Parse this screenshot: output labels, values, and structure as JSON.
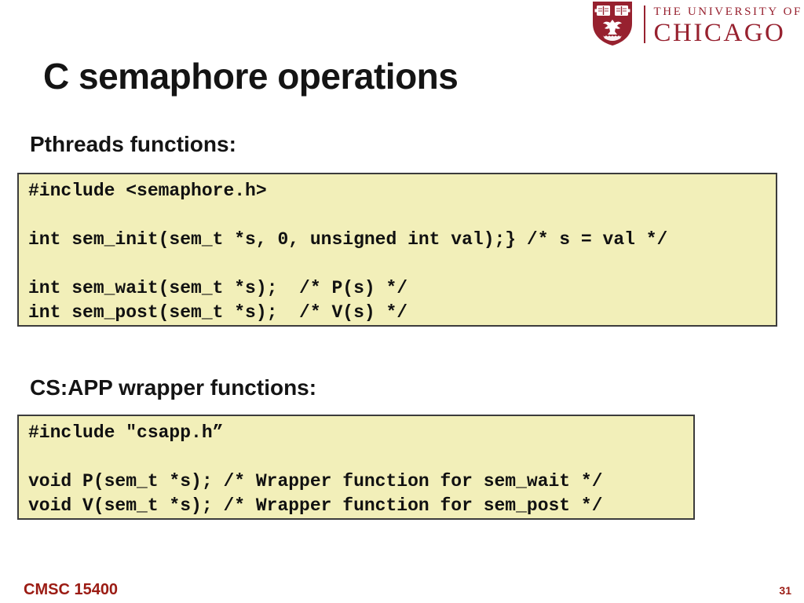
{
  "logo": {
    "line1": "THE UNIVERSITY OF",
    "line2": "CHICAGO",
    "crest_icon": "uchicago-shield-crest",
    "maroon": "#97212f"
  },
  "slide": {
    "title": "C semaphore operations"
  },
  "sections": [
    {
      "heading": "Pthreads functions:",
      "code": "#include <semaphore.h>\n\nint sem_init(sem_t *s, 0, unsigned int val);} /* s = val */\n\nint sem_wait(sem_t *s);  /* P(s) */\nint sem_post(sem_t *s);  /* V(s) */"
    },
    {
      "heading": "CS:APP wrapper functions:",
      "code": "#include \"csapp.h”\n\nvoid P(sem_t *s); /* Wrapper function for sem_wait */\nvoid V(sem_t *s); /* Wrapper function for sem_post */"
    }
  ],
  "footer": {
    "course": "CMSC 15400",
    "page_number": "31"
  },
  "colors": {
    "code_box_bg": "#f2efb9",
    "code_box_border": "#3c3c3c",
    "logo_maroon": "#97212f",
    "footer_red": "#9b1b13"
  }
}
